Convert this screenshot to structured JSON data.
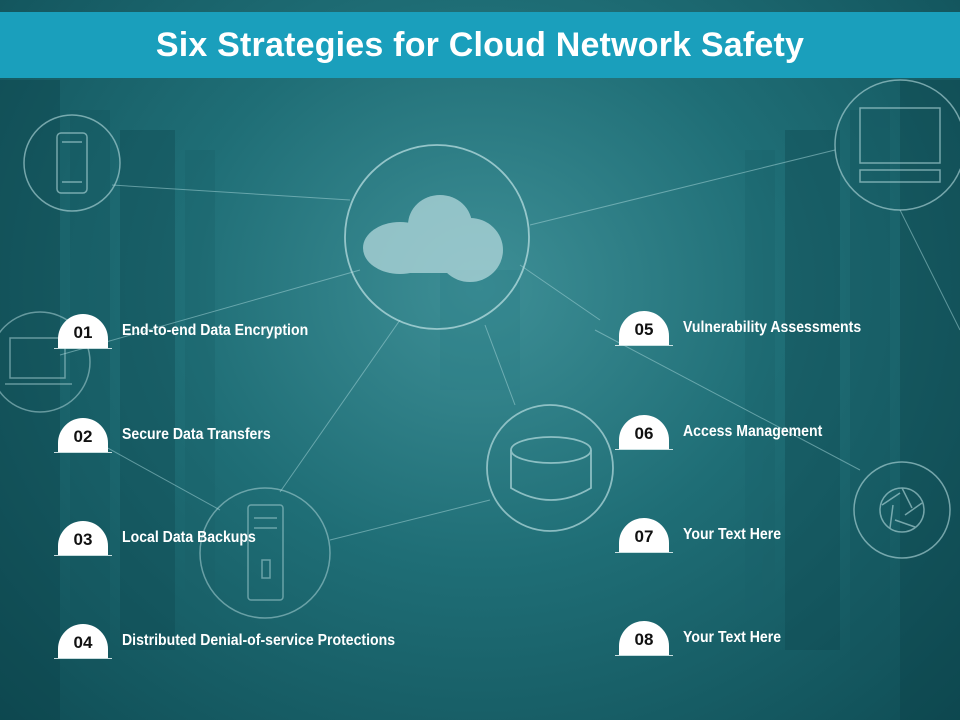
{
  "title": "Six Strategies for Cloud Network Safety",
  "items": [
    {
      "number": "01",
      "text": "End-to-end Data Encryption"
    },
    {
      "number": "02",
      "text": "Secure Data Transfers"
    },
    {
      "number": "03",
      "text": "Local Data Backups"
    },
    {
      "number": "04",
      "text": "Distributed Denial-of-service Protections"
    },
    {
      "number": "05",
      "text": "Vulnerability Assessments"
    },
    {
      "number": "06",
      "text": "Access Management"
    },
    {
      "number": "07",
      "text": "Your Text Here"
    },
    {
      "number": "08",
      "text": "Your Text Here"
    }
  ],
  "colors": {
    "title_bar": "#1a9fbc",
    "background": "#1f6e76",
    "badge": "#ffffff"
  },
  "icons": [
    "smartphone-icon",
    "laptop-icon",
    "cloud-icon",
    "desktop-monitor-icon",
    "database-icon",
    "server-tower-icon",
    "camera-shutter-icon"
  ]
}
